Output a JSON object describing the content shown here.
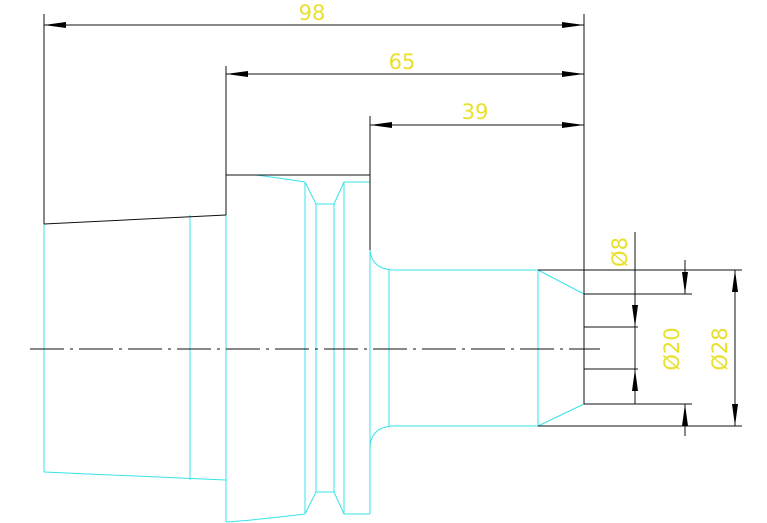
{
  "colors": {
    "part_outline": "#38e3ea",
    "dimension_line": "#101010",
    "dimension_text": "#e8e02a",
    "background": "#ffffff"
  },
  "dimensions": {
    "overall_length": "98",
    "middle_length": "65",
    "shank_length": "39",
    "dia_bore": "Ø8",
    "dia_inner": "Ø20",
    "dia_shank": "Ø28"
  }
}
